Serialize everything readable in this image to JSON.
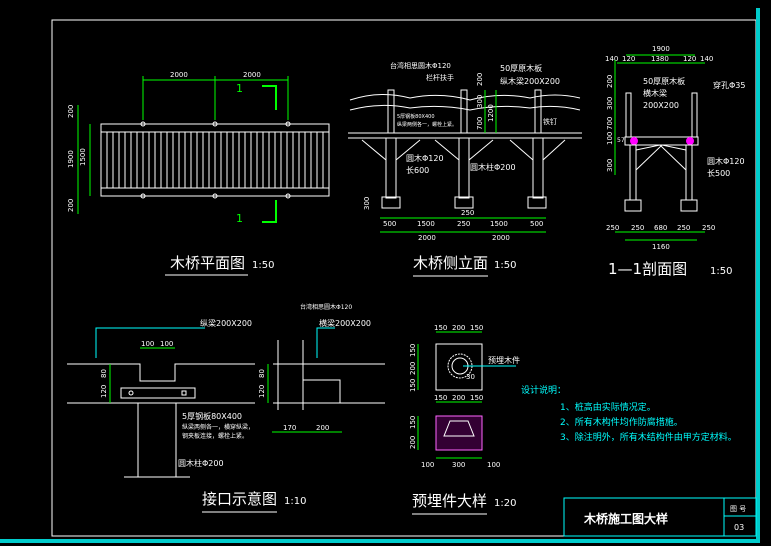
{
  "plan": {
    "title": "木桥平面图",
    "scale": "1:50",
    "dims_top": [
      "2000",
      "2000"
    ],
    "dims_left": [
      "200",
      "1500",
      "1900",
      "200"
    ],
    "section_marks": [
      "1",
      "1"
    ]
  },
  "side": {
    "title": "木桥侧立面",
    "scale": "1:50",
    "labels": [
      "台湾相思圆木Φ120",
      "栏杆扶手",
      "50厚原木板",
      "纵木梁200X200",
      "5厚钢板80X400",
      "纵梁两侧各一，螺栓上紧。",
      "铁钉",
      "圆木Φ120",
      "长600",
      "圆木柱Φ200"
    ],
    "dims_v": [
      "200",
      "300",
      "700",
      "1200",
      "300"
    ],
    "dims_bottom": [
      "500",
      "1500",
      "250",
      "1500",
      "500"
    ],
    "dims_total": [
      "2000",
      "2000"
    ],
    "dim_250": "250"
  },
  "section": {
    "title": "1—1剖面图",
    "scale": "1:50",
    "dims_top": [
      "1900",
      "140",
      "120",
      "1380",
      "120",
      "140"
    ],
    "labels": [
      "50厚原木板",
      "横木梁",
      "200X200",
      "穿孔Φ35",
      "圆木Φ120",
      "长500"
    ],
    "dims_v": [
      "200",
      "300",
      "700",
      "100",
      "57",
      "300"
    ],
    "dims_bottom": [
      "250",
      "250",
      "680",
      "250",
      "250"
    ],
    "dim_total": "1160"
  },
  "joint": {
    "title": "接口示意图",
    "scale": "1:10",
    "labels": [
      "纵梁200X200",
      "台湾相思圆木Φ120",
      "横梁200X200",
      "5厚钢板80X400",
      "纵梁两侧各一，横穿纵梁，",
      "钢夹板连接，螺栓上紧。",
      "圆木柱Φ200"
    ],
    "dims": [
      "100",
      "100",
      "80",
      "120",
      "80",
      "120",
      "170",
      "200"
    ]
  },
  "embed": {
    "title": "预埋件大样",
    "scale": "1:20",
    "dims_top": [
      "150",
      "200",
      "150"
    ],
    "dims_mid": [
      "150",
      "200",
      "150"
    ],
    "dims_left": [
      "150",
      "200",
      "150"
    ],
    "dims_left2": [
      "150",
      "200"
    ],
    "dims_bottom": [
      "100",
      "300",
      "100"
    ],
    "label": "预埋木件",
    "radius": "30"
  },
  "notes": {
    "heading": "设计说明：",
    "items": [
      "1、桩高由实际情况定。",
      "2、所有木构件均作防腐措施。",
      "3、除注明外，所有木结构件由甲方定材料。"
    ]
  },
  "titleblock": {
    "name": "木桥施工图大样",
    "label": "图 号",
    "number": "03"
  }
}
